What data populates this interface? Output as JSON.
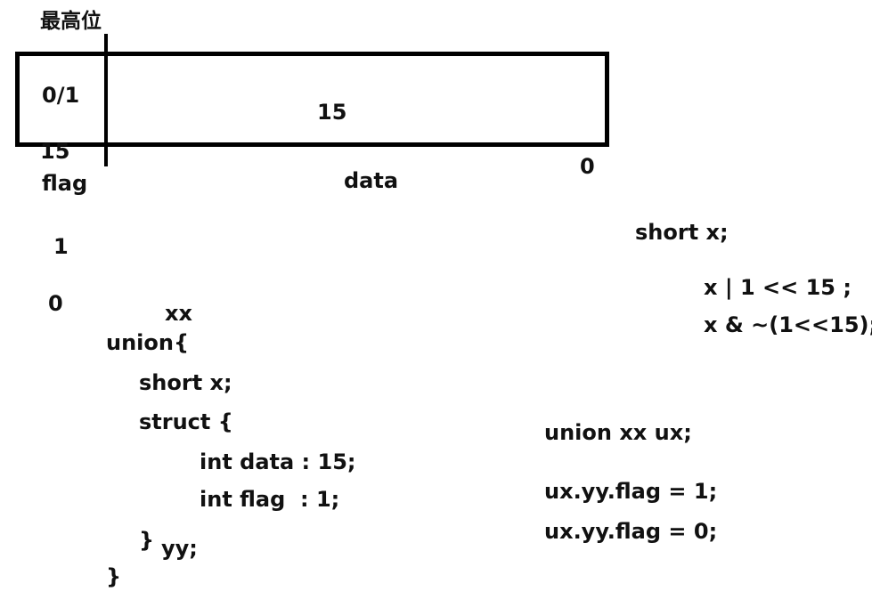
{
  "diagram": {
    "msb_label": "最高位",
    "flag_cell_value": "0/1",
    "data_cell_value": "15",
    "high_bit_index": "15",
    "low_bit_index": "0",
    "flag_label": "flag",
    "data_label": "data",
    "example_one": "1",
    "example_zero": "0"
  },
  "code_left": {
    "type_name": "xx",
    "line1": "union{",
    "line2": "short x;",
    "line3": "struct {",
    "line4": "int data : 15;",
    "line5": "int flag  : 1;",
    "line6": "}",
    "line6_name": "yy;",
    "line7": "}"
  },
  "code_right": {
    "decl": "short x;",
    "set_op": "x | 1 << 15 ;",
    "clear_op": "x & ~(1<<15);",
    "var_decl": "union xx ux;",
    "assign_one": "ux.yy.flag = 1;",
    "assign_zero": "ux.yy.flag = 0;"
  }
}
